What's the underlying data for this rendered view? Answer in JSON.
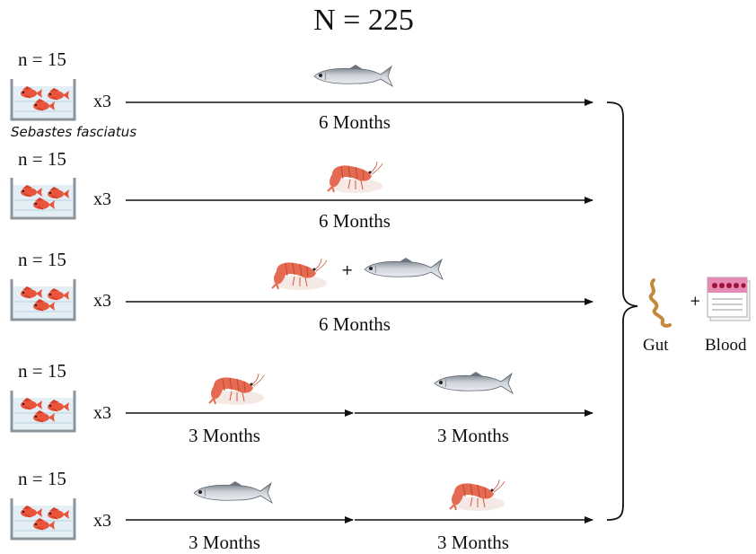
{
  "title": "N = 225",
  "species": "Sebastes fasciatus",
  "groups": [
    {
      "n": "n = 15",
      "rep": "x3",
      "segments": [
        {
          "food": "capelin",
          "duration": "6 Months"
        }
      ]
    },
    {
      "n": "n = 15",
      "rep": "x3",
      "segments": [
        {
          "food": "shrimp",
          "duration": "6 Months"
        }
      ]
    },
    {
      "n": "n = 15",
      "rep": "x3",
      "segments": [
        {
          "food": "shrimp + capelin",
          "duration": "6 Months"
        }
      ]
    },
    {
      "n": "n = 15",
      "rep": "x3",
      "segments": [
        {
          "food": "shrimp",
          "duration": "3 Months"
        },
        {
          "food": "capelin",
          "duration": "3 Months"
        }
      ]
    },
    {
      "n": "n = 15",
      "rep": "x3",
      "segments": [
        {
          "food": "capelin",
          "duration": "3 Months"
        },
        {
          "food": "shrimp",
          "duration": "3 Months"
        }
      ]
    }
  ],
  "plus": "+",
  "outputs": {
    "gut": "Gut",
    "blood": "Blood",
    "plus": "+"
  },
  "colors": {
    "fish_red": "#e8553c",
    "shrimp": "#e46a52",
    "capelin_body": "#b9bfc6",
    "tank_border": "#8c959c",
    "tank_water": "#d9e8f0",
    "gut": "#c48a3c",
    "blood_dot": "#a2103a",
    "blood_cap": "#e58ab2"
  }
}
